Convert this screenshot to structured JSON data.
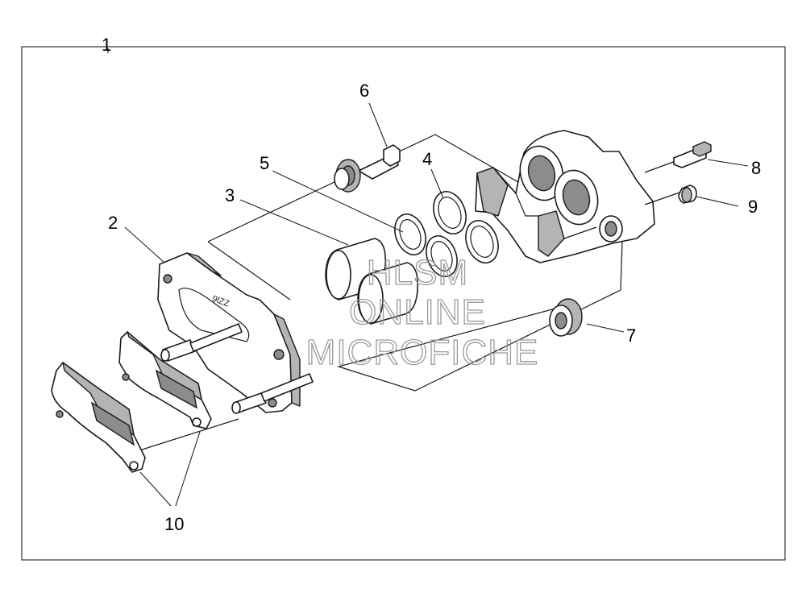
{
  "diagram": {
    "callouts": {
      "c1": "1",
      "c2": "2",
      "c3": "3",
      "c4": "4",
      "c5": "5",
      "c6": "6",
      "c7": "7",
      "c8": "8",
      "c9": "9",
      "c10": "10"
    },
    "watermark": {
      "line1": "HLSM",
      "line2": "ONLINE",
      "line3": "MICROFICHE"
    },
    "bracket_stamp": "9lZZ"
  }
}
